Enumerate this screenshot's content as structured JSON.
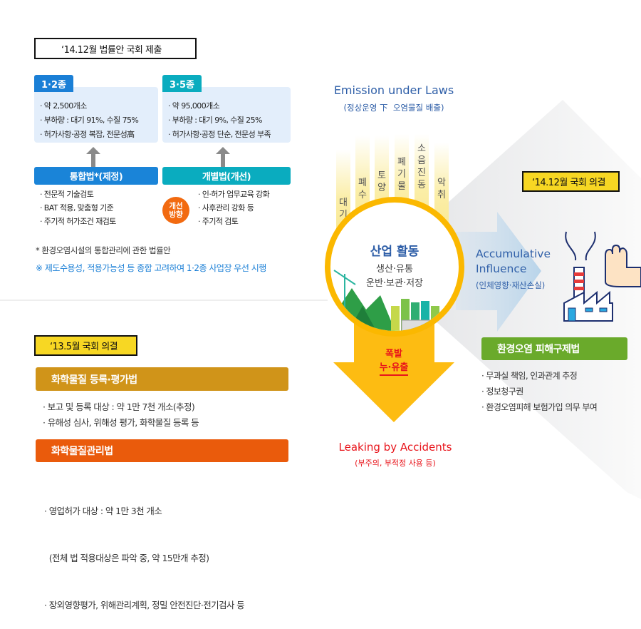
{
  "top_left": {
    "submission_label": "‘14.12월 법률안 국회 제출",
    "group1": {
      "tab": "1·2종",
      "items": [
        "· 약 2,500개소",
        "· 부하량 : 대기 91%, 수질 75%",
        "· 허가사항·공정 복잡, 전문성高"
      ],
      "law": "통합법*(제정)",
      "improvements": [
        "· 전문적 기술검토",
        "· BAT 적용, 맞춤형 기준",
        "· 주기적 허가조건 재검토"
      ]
    },
    "group2": {
      "tab": "3·5종",
      "items": [
        "· 약 95,000개소",
        "· 부하량 : 대기 9%, 수질 25%",
        "· 허가사항·공정 단순, 전문성 부족"
      ],
      "law": "개별법(개선)",
      "improvements": [
        "· 인·허가 업무교육 강화",
        "· 사후관리 강화 등",
        "· 주기적 검토"
      ]
    },
    "improve_badge": [
      "개선",
      "방향"
    ],
    "footnote": "* 환경오염시설의 통합관리에 관한 법률안",
    "note": "※ 제도수용성, 적용가능성 등 종합 고려하여 1·2종 사업장 우선 시행"
  },
  "bottom_left": {
    "decision_label": "‘13.5월 국회 의결",
    "law1": {
      "title": "화학물질 등록·평가법",
      "items": [
        "· 보고 및 등록 대상 : 약 1만 7천 개소(추정)",
        "· 유해성 심사, 위해성 평가, 화학물질 등록 등"
      ]
    },
    "law2": {
      "title": "화학물질관리법",
      "items": [
        "· 영업허가 대상 : 약 1만 3천 개소",
        "  (전체 법 적용대상은 파악 중, 약 15만개 추정)",
        "· 장외영향평가, 위해관리계획, 정밀 안전진단·전기검사 등"
      ]
    }
  },
  "center": {
    "emission_title": "Emission under Laws",
    "emission_sub": "(정상운영 下  오염물질 배출)",
    "pollutants": [
      [
        "대",
        "기"
      ],
      [
        "폐",
        "수"
      ],
      [
        "토",
        "양"
      ],
      [
        "폐",
        "기",
        "물"
      ],
      [
        "소",
        "음",
        "진",
        "동"
      ],
      [
        "악",
        "취"
      ]
    ],
    "activity_title": "산업 활동",
    "activity_lines": [
      "생산·유통",
      "운반·보관·저장"
    ],
    "accident_lines": [
      "폭발",
      "누·유출"
    ],
    "leaking_title": "Leaking by Accidents",
    "leaking_sub": "(부주의, 부적정 사용 등)"
  },
  "right": {
    "decision_label": "‘14.12월 국회 의결",
    "influence_lines": [
      "Accumulative",
      "Influence"
    ],
    "influence_sub": "(인체영향·재산손실)",
    "law_title": "환경오염 피해구제법",
    "items": [
      "· 무과실 책임, 인과관계 추정",
      "· 정보청구권",
      "· 환경오염피해 보험가입 의무 부여"
    ]
  },
  "colors": {
    "blue": "#1a84d8",
    "teal": "#0aacbf",
    "yellow": "#f7d723",
    "gold": "#d09419",
    "orange": "#ea5b0c",
    "green": "#6aaa2b",
    "accent_yellow": "#fbb800",
    "red": "#e8141b",
    "navy": "#2f5fa8"
  }
}
